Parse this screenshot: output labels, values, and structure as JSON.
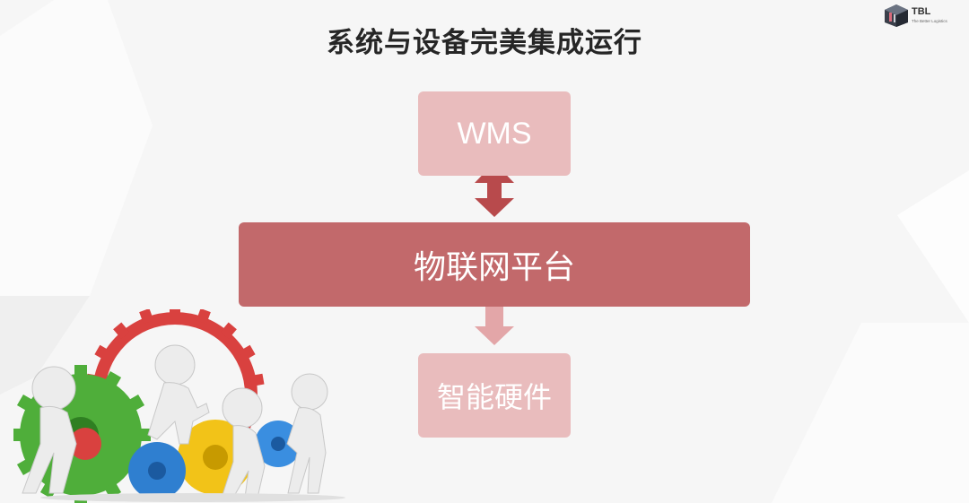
{
  "title": "系统与设备完美集成运行",
  "logo": {
    "text": "TBL",
    "subtitle": "The Better Logistics"
  },
  "diagram": {
    "top_box": "WMS",
    "middle_box": "物联网平台",
    "bottom_box": "智能硬件"
  },
  "colors": {
    "light_box": "#e9bcbd",
    "dark_box": "#c2696b",
    "arrow_dark": "#b84a4c",
    "arrow_light": "#e3a6a8"
  }
}
